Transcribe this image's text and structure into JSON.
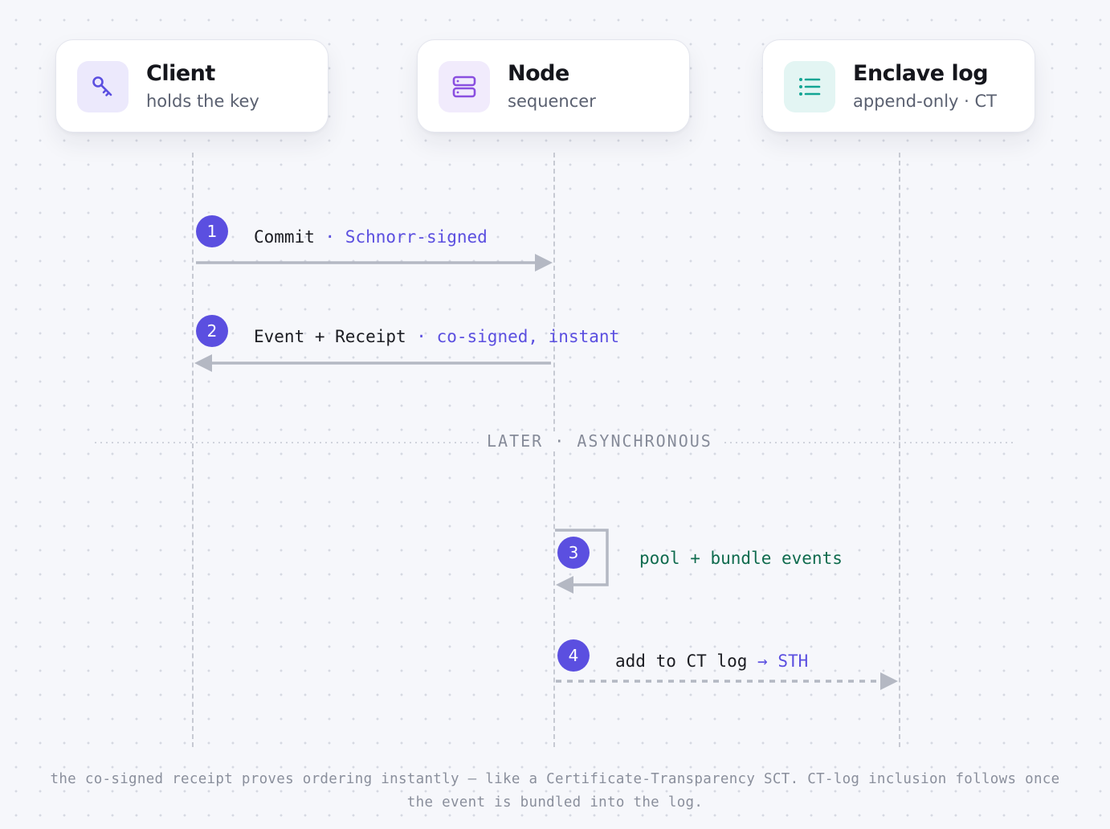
{
  "actors": [
    {
      "title": "Client",
      "subtitle": "holds the key",
      "icon": "key-icon",
      "icon_bg": "#ece9fc",
      "icon_color": "#5b4fe0"
    },
    {
      "title": "Node",
      "subtitle": "sequencer",
      "icon": "server-icon",
      "icon_bg": "#f1ebfc",
      "icon_color": "#8a4fe0"
    },
    {
      "title": "Enclave log",
      "subtitle": "append-only · CT",
      "icon": "list-icon",
      "icon_bg": "#e3f5f3",
      "icon_color": "#13a594"
    }
  ],
  "steps": [
    {
      "number": "1",
      "label": "Commit",
      "sep": " · ",
      "detail": "Schnorr-signed"
    },
    {
      "number": "2",
      "label": "Event + Receipt",
      "sep": " · ",
      "detail": "co-signed, instant"
    },
    {
      "number": "3",
      "label": "pool + bundle events"
    },
    {
      "number": "4",
      "label": "add to CT log ",
      "arrow": "→",
      "detail": " STH"
    }
  ],
  "divider": "LATER · ASYNCHRONOUS",
  "footnote": "the co-signed receipt proves ordering instantly — like a Certificate-Transparency SCT. CT-log inclusion follows once the event is bundled into the log.",
  "colors": {
    "accent": "#5b4fe0",
    "green": "#0f6b4e",
    "arrow": "#b4b8c3"
  }
}
